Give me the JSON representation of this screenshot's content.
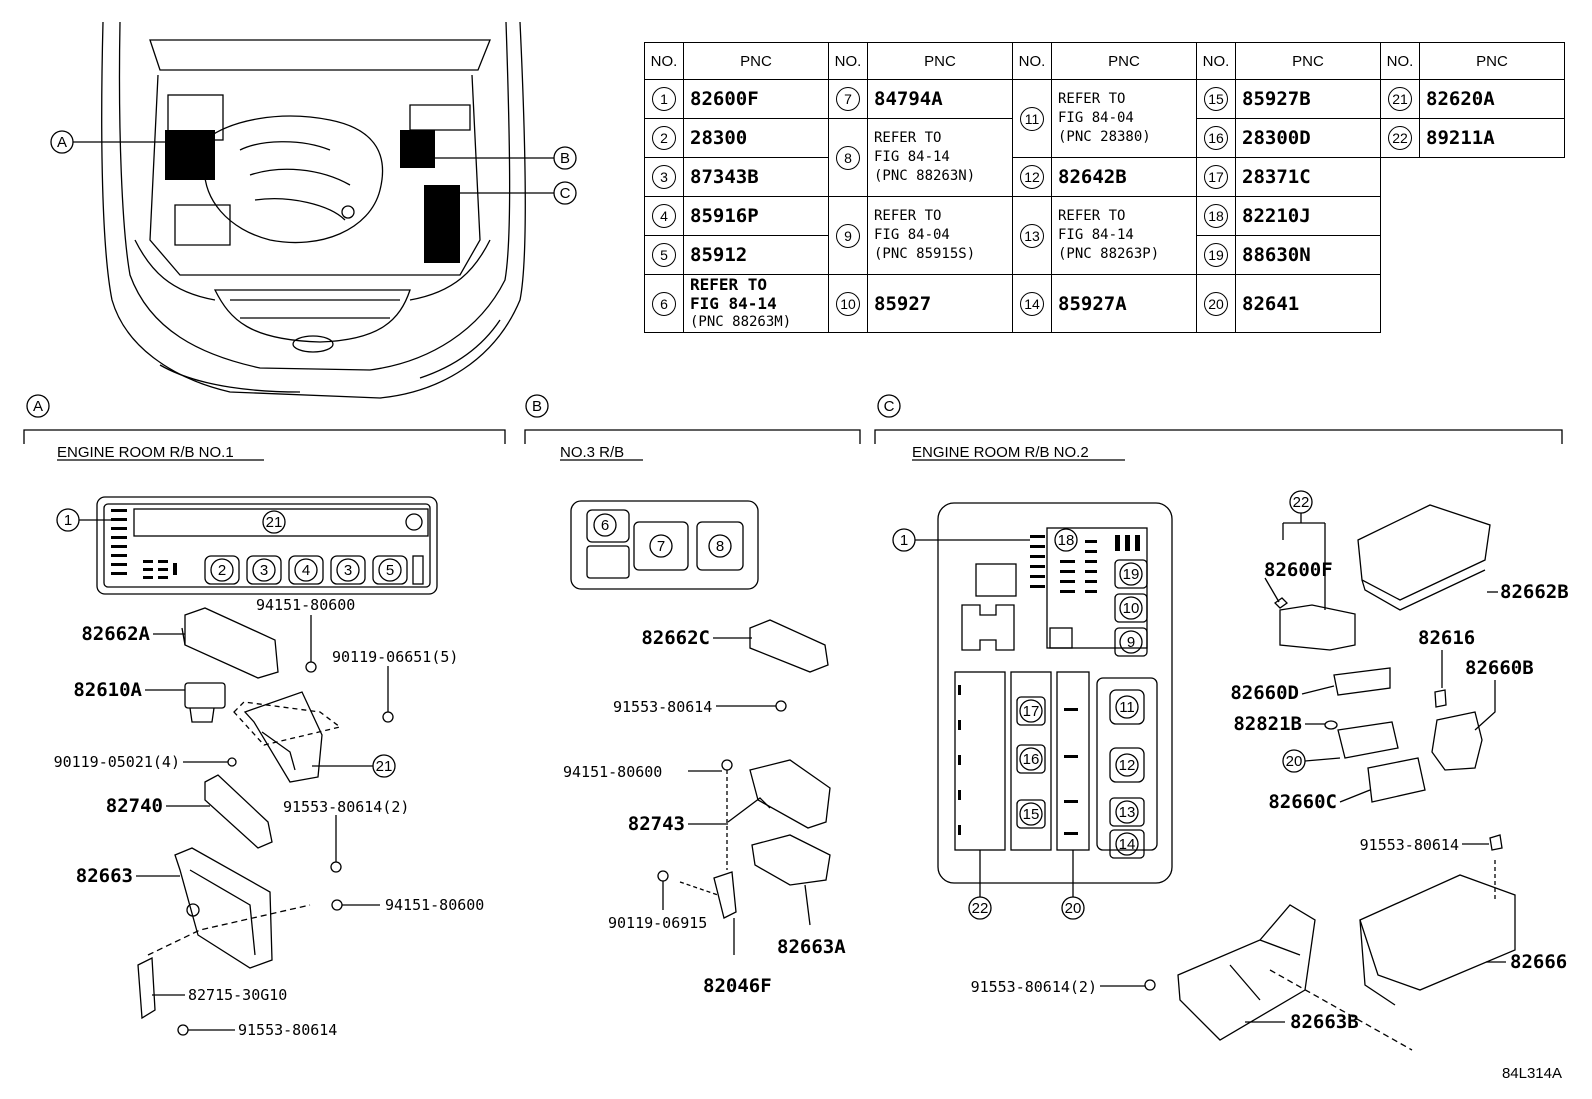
{
  "diagram_code": "84L314A",
  "table": {
    "headers": {
      "no": "NO.",
      "pnc": "PNC"
    },
    "rows": [
      [
        {
          "no": "1",
          "pnc": "82600F"
        },
        {
          "no": "7",
          "pnc": "84794A"
        },
        {
          "no": "11",
          "pnc": [
            "REFER TO",
            "FIG 84-04",
            "(PNC 28380)"
          ]
        },
        {
          "no": "15",
          "pnc": "85927B"
        },
        {
          "no": "21",
          "pnc": "82620A"
        }
      ],
      [
        {
          "no": "2",
          "pnc": "28300"
        },
        {
          "no": "8",
          "pnc": [
            "REFER TO",
            "FIG 84-14",
            "(PNC 88263N)"
          ]
        },
        null,
        {
          "no": "16",
          "pnc": "28300D"
        },
        {
          "no": "22",
          "pnc": "89211A"
        }
      ],
      [
        {
          "no": "3",
          "pnc": "87343B"
        },
        null,
        {
          "no": "12",
          "pnc": "82642B"
        },
        {
          "no": "17",
          "pnc": "28371C"
        },
        null
      ],
      [
        {
          "no": "4",
          "pnc": "85916P"
        },
        {
          "no": "9",
          "pnc": [
            "REFER TO",
            "FIG 84-04",
            "(PNC 85915S)"
          ]
        },
        {
          "no": "13",
          "pnc": [
            "REFER TO",
            "FIG 84-14",
            "(PNC 88263P)"
          ]
        },
        {
          "no": "18",
          "pnc": "82210J"
        },
        null
      ],
      [
        {
          "no": "5",
          "pnc": "85912"
        },
        null,
        null,
        {
          "no": "19",
          "pnc": "88630N"
        },
        null
      ],
      [
        {
          "no": "6",
          "pnc": [
            "REFER TO",
            "FIG 84-14",
            "(PNC 88263M)"
          ]
        },
        {
          "no": "10",
          "pnc": "85927"
        },
        {
          "no": "14",
          "pnc": "85927A"
        },
        {
          "no": "20",
          "pnc": "82641"
        },
        null
      ]
    ]
  },
  "overview_callouts": [
    "A",
    "B",
    "C"
  ],
  "sections": [
    {
      "id": "A",
      "title": "ENGINE ROOM R/B NO.1"
    },
    {
      "id": "B",
      "title": "NO.3 R/B"
    },
    {
      "id": "C",
      "title": "ENGINE ROOM R/B NO.2"
    }
  ],
  "section_a": {
    "box_circles": [
      "1",
      "21",
      "2",
      "3",
      "4",
      "3",
      "5"
    ],
    "labels": {
      "p82662A": "82662A",
      "p94151_80600_top": "94151-80600",
      "p90119_06651": "90119-06651(5)",
      "p82610A": "82610A",
      "p90119_05021": "90119-05021(4)",
      "c21": "21",
      "p82740": "82740",
      "p91553_80614_2": "91553-80614(2)",
      "p82663": "82663",
      "p94151_80600_bot": "94151-80600",
      "p82715": "82715-30G10",
      "p91553_80614": "91553-80614"
    }
  },
  "section_b": {
    "box_circles": [
      "6",
      "7",
      "8"
    ],
    "labels": {
      "p82662C": "82662C",
      "p91553_80614": "91553-80614",
      "p94151_80600": "94151-80600",
      "p82743": "82743",
      "p90119_06915": "90119-06915",
      "p82663A": "82663A",
      "p82046F": "82046F"
    }
  },
  "section_c": {
    "box_circles": [
      "1",
      "18",
      "19",
      "10",
      "9",
      "17",
      "16",
      "15",
      "11",
      "12",
      "13",
      "14",
      "22",
      "20"
    ],
    "labels": {
      "c22": "22",
      "p82600F": "82600F",
      "p82662B": "82662B",
      "p82616": "82616",
      "p82660D": "82660D",
      "p82660B": "82660B",
      "p82821B": "82821B",
      "c20": "20",
      "p82660C": "82660C",
      "p91553_80614": "91553-80614",
      "p82666": "82666",
      "p91553_80614_2": "91553-80614(2)",
      "p82663B": "82663B"
    }
  }
}
